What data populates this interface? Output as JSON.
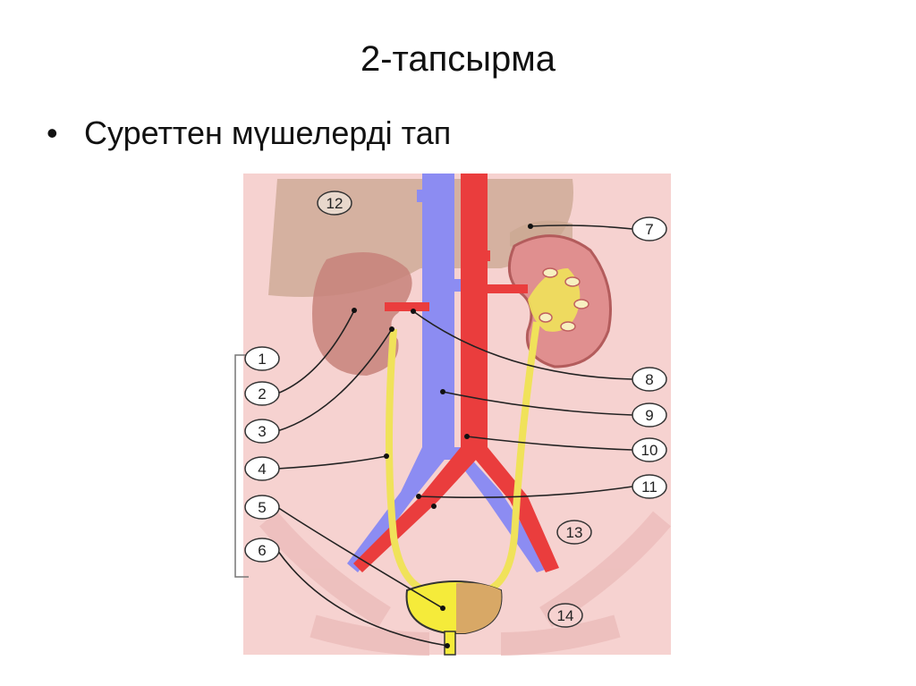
{
  "slide": {
    "title": "2-тапсырма",
    "bullet_symbol": "•",
    "bullet_text": "Суреттен мүшелерді тап"
  },
  "diagram": {
    "labels": [
      "1",
      "2",
      "3",
      "4",
      "5",
      "6",
      "7",
      "8",
      "9",
      "10",
      "11",
      "12",
      "13",
      "14"
    ],
    "colors": {
      "background": "#f6d2d0",
      "liver": "#c9a690",
      "kidney": "#c7827a",
      "kidney_cut": "#e08f8f",
      "vein": "#8c8cf2",
      "artery": "#ea3d3d",
      "ureter": "#f0e25a",
      "bladder": "#f5eb3a",
      "bladder_inside": "#d8a866"
    }
  }
}
